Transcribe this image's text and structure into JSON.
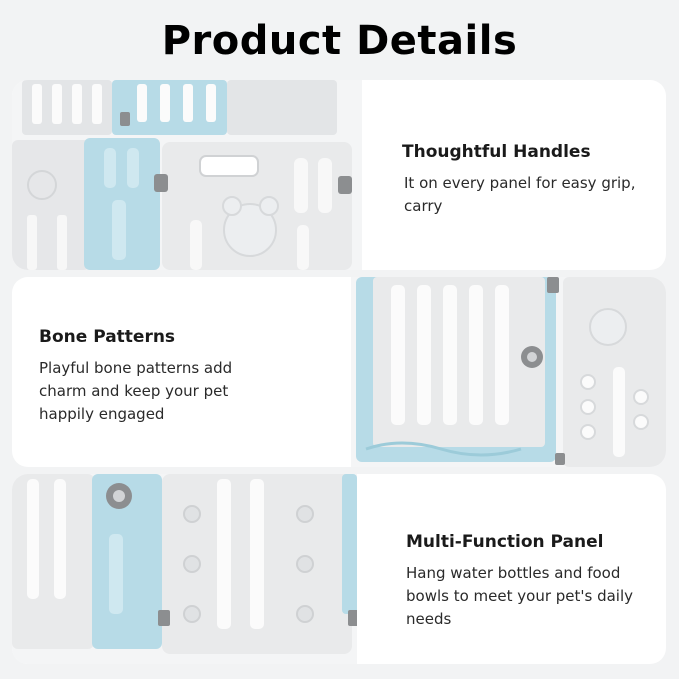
{
  "page": {
    "title": "Product Details"
  },
  "colors": {
    "background": "#f2f3f4",
    "panel_white": "#e9eaeb",
    "panel_blue": "#b7dbe7",
    "hardware_gray": "#8c8e90"
  },
  "features": [
    {
      "heading": "Thoughtful Handles",
      "body": "It on every panel for easy grip, carry"
    },
    {
      "heading": "Bone Patterns",
      "body": "Playful bone patterns add charm and keep your pet happily engaged"
    },
    {
      "heading": "Multi-Function Panel",
      "body": "Hang water bottles and food bowls to meet your pet's daily needs"
    }
  ]
}
